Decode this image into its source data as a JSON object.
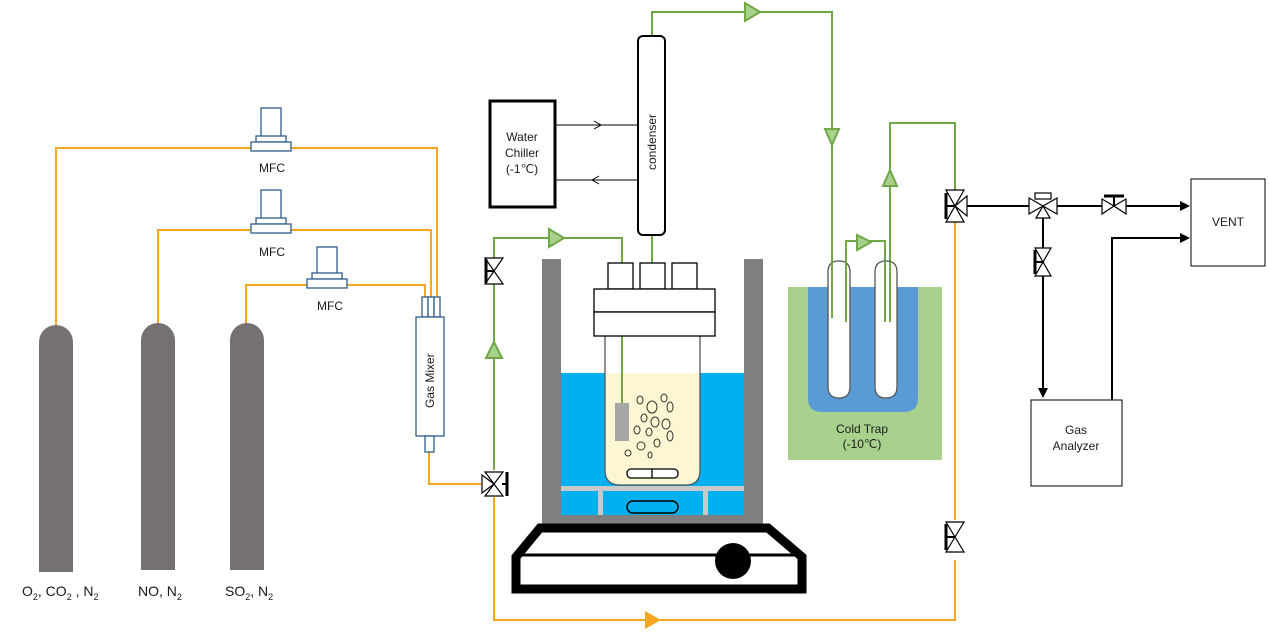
{
  "mfc_labels": [
    "MFC",
    "MFC",
    "MFC"
  ],
  "gas_mixer_label": "Gas Mixer",
  "condenser_label": "condenser",
  "water_chiller": {
    "line1": "Water",
    "line2": "Chiller",
    "line3": "(-1℃)"
  },
  "cold_trap": {
    "line1": "Cold Trap",
    "line2": "(-10℃)"
  },
  "gas_analyzer": {
    "line1": "Gas",
    "line2": "Analyzer"
  },
  "vent_label": "VENT",
  "cylinders": [
    {
      "main": "O",
      "sub1": "2",
      "mid": ", CO",
      "sub2": "2",
      "tail": " , N",
      "sub3": "2"
    },
    {
      "main": "NO, N",
      "sub1": "2"
    },
    {
      "main": "SO",
      "sub1": "2",
      "mid": ", N",
      "sub2": "2"
    }
  ],
  "colors": {
    "gas_line": "#f5a623",
    "green_line": "#70a845",
    "bath_water": "#00b0f0",
    "cold_trap_bath": "#a9d18e",
    "cold_trap_liquid": "#5b9bd5",
    "cylinder": "#767171",
    "vessel_gray": "#7f7f7f",
    "reactor_liquid": "#fdf6d3"
  }
}
